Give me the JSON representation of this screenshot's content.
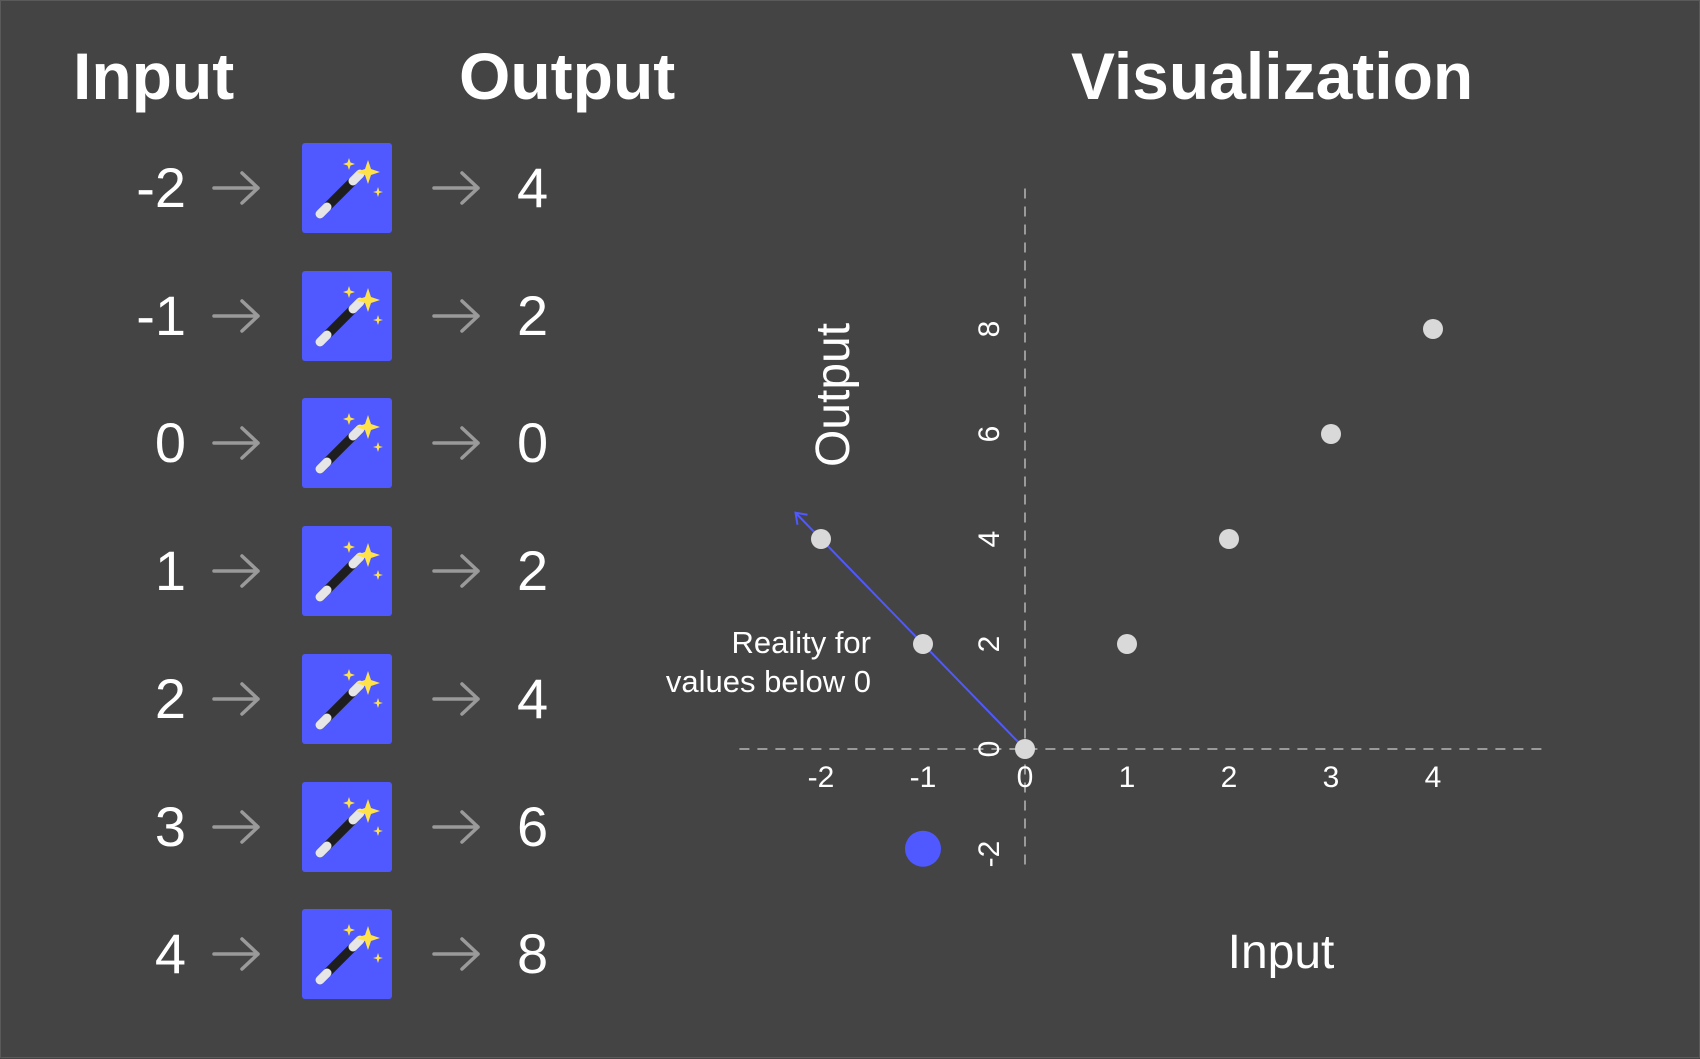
{
  "headings": {
    "input": "Input",
    "output": "Output",
    "visualization": "Visualization"
  },
  "mapping_rows": [
    {
      "input": "-2",
      "output": "4"
    },
    {
      "input": "-1",
      "output": "2"
    },
    {
      "input": "0",
      "output": "0"
    },
    {
      "input": "1",
      "output": "2"
    },
    {
      "input": "2",
      "output": "4"
    },
    {
      "input": "3",
      "output": "6"
    },
    {
      "input": "4",
      "output": "8"
    }
  ],
  "icons": {
    "arrow": "right-arrow-icon",
    "function_box": "magic-wand-icon"
  },
  "colors": {
    "background": "#444444",
    "accent": "#5058ff",
    "point": "#d9d9d9",
    "text": "#ffffff",
    "arrow": "#9a9a9a",
    "axis": "#9a9a9a"
  },
  "annotation": {
    "line1": "Reality for",
    "line2": "values below 0"
  },
  "chart_data": {
    "type": "scatter",
    "xlabel": "Input",
    "ylabel": "Output",
    "x_ticks": [
      -2,
      -1,
      0,
      1,
      2,
      3,
      4
    ],
    "y_ticks": [
      -2,
      0,
      2,
      4,
      6,
      8
    ],
    "xlim": [
      -2.8,
      5.1
    ],
    "ylim": [
      -2.2,
      10.8
    ],
    "grid": false,
    "axes_style": "dashed",
    "series": [
      {
        "points": [
          {
            "x": -2,
            "y": 4
          },
          {
            "x": -1,
            "y": 2
          },
          {
            "x": 0,
            "y": 0
          },
          {
            "x": 1,
            "y": 2
          },
          {
            "x": 2,
            "y": 4
          },
          {
            "x": 3,
            "y": 6
          },
          {
            "x": 4,
            "y": 8
          }
        ]
      }
    ],
    "reality_line": {
      "from": {
        "x": 0,
        "y": 0
      },
      "to": {
        "x": -2.25,
        "y": 4.5
      }
    },
    "reality_marker": {
      "x": -1,
      "y": -1.9
    }
  }
}
